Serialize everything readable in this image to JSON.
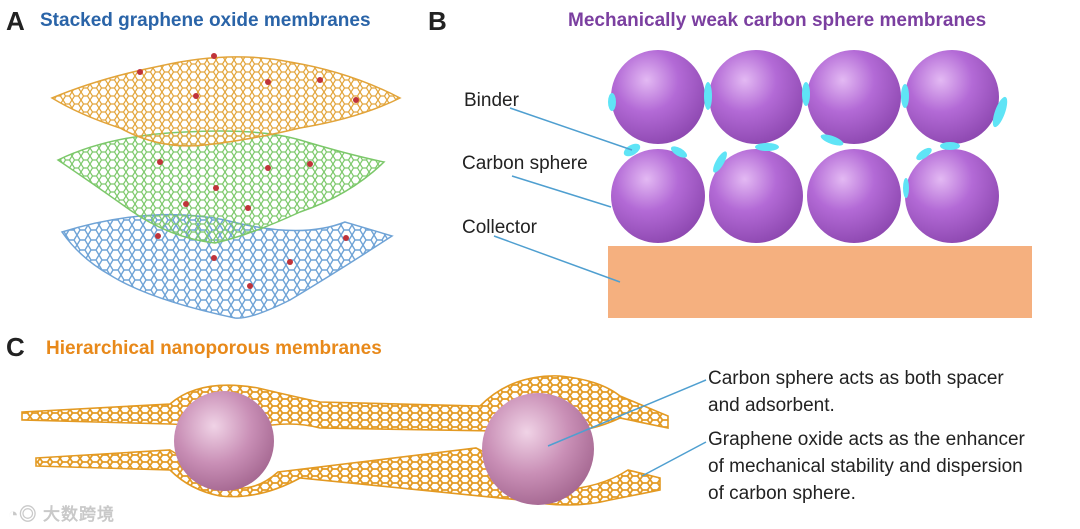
{
  "panels": {
    "a": {
      "letter": "A",
      "title": "Stacked graphene oxide membranes"
    },
    "b": {
      "letter": "B",
      "title": "Mechanically weak carbon sphere membranes",
      "labels": {
        "binder": "Binder",
        "carbon_sphere": "Carbon sphere",
        "collector": "Collector"
      }
    },
    "c": {
      "letter": "C",
      "title": "Hierarchical nanoporous membranes",
      "notes": {
        "sphere": [
          "Carbon sphere acts as both spacer",
          "and adsorbent."
        ],
        "graphene": [
          "Graphene oxide acts as the enhancer",
          "of mechanical stability and dispersion",
          "of carbon sphere."
        ]
      }
    }
  },
  "watermark": "大数跨境",
  "colors": {
    "title_blue": "#2a64a8",
    "title_purple": "#7b3fa0",
    "title_orange": "#e8891a",
    "sheet_orange": "#e2a43a",
    "sheet_green": "#7cc86a",
    "sheet_blue": "#6fa3d6",
    "sphere_purple": "#b36ad6",
    "sphere_pink": "#c98fb6",
    "binder_cyan": "#5fe4f6",
    "collector": "#f5b07f",
    "leader_line": "#4f9fd0"
  }
}
